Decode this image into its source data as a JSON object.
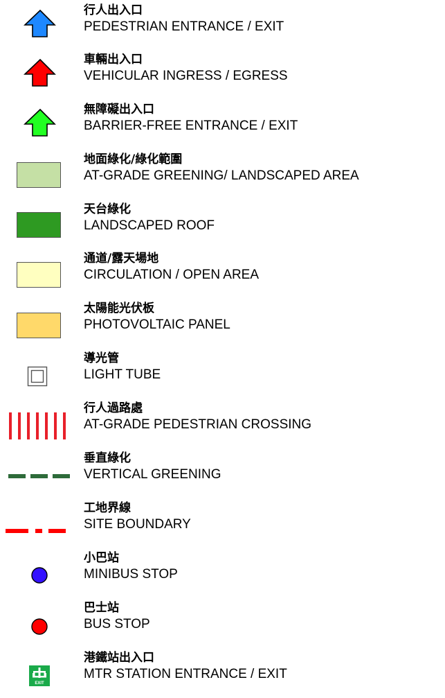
{
  "legend": {
    "items": [
      {
        "key": "pedestrian-entrance",
        "symbol": "up-arrow-icon",
        "color": "#1e88ff",
        "label_zh": "行人出入口",
        "label_en": "PEDESTRIAN ENTRANCE / EXIT"
      },
      {
        "key": "vehicular-ingress",
        "symbol": "up-arrow-icon",
        "color": "#ff0000",
        "label_zh": "車輛出入口",
        "label_en": "VEHICULAR INGRESS / EGRESS"
      },
      {
        "key": "barrier-free-entrance",
        "symbol": "up-arrow-icon",
        "color": "#22ff22",
        "label_zh": "無障礙出入口",
        "label_en": "BARRIER-FREE ENTRANCE / EXIT"
      },
      {
        "key": "at-grade-greening",
        "symbol": "swatch",
        "color": "#c5e0a5",
        "label_zh": "地面綠化/綠化範圍",
        "label_en": "AT-GRADE GREENING/ LANDSCAPED AREA"
      },
      {
        "key": "landscaped-roof",
        "symbol": "swatch",
        "color": "#2e9a22",
        "label_zh": "天台綠化",
        "label_en": "LANDSCAPED ROOF"
      },
      {
        "key": "circulation-open-area",
        "symbol": "swatch",
        "color": "#ffffc0",
        "label_zh": "通道/露天場地",
        "label_en": "CIRCULATION / OPEN AREA"
      },
      {
        "key": "photovoltaic-panel",
        "symbol": "swatch",
        "color": "#ffd96a",
        "label_zh": "太陽能光伏板",
        "label_en": "PHOTOVOLTAIC PANEL"
      },
      {
        "key": "light-tube",
        "symbol": "light-tube-icon",
        "color": "#555555",
        "label_zh": "導光管",
        "label_en": "LIGHT TUBE"
      },
      {
        "key": "pedestrian-crossing",
        "symbol": "crossing-stripes",
        "color": "#e8202a",
        "label_zh": "行人過路處",
        "label_en": "AT-GRADE PEDESTRIAN CROSSING"
      },
      {
        "key": "vertical-greening",
        "symbol": "dashed-line",
        "color": "#2e6b3a",
        "label_zh": "垂直綠化",
        "label_en": "VERTICAL GREENING"
      },
      {
        "key": "site-boundary",
        "symbol": "dash-dot-line",
        "color": "#ff0000",
        "label_zh": "工地界線",
        "label_en": "SITE BOUNDARY"
      },
      {
        "key": "minibus-stop",
        "symbol": "circle",
        "color": "#3311ff",
        "label_zh": "小巴站",
        "label_en": "MINIBUS STOP"
      },
      {
        "key": "bus-stop",
        "symbol": "circle",
        "color": "#ff0000",
        "label_zh": "巴士站",
        "label_en": "BUS STOP"
      },
      {
        "key": "mtr-entrance",
        "symbol": "mtr-exit-icon",
        "color": "#1aaa4a",
        "icon_text": "EXIT",
        "label_zh": "港鐵站出入口",
        "label_en": "MTR STATION ENTRANCE / EXIT"
      }
    ]
  }
}
